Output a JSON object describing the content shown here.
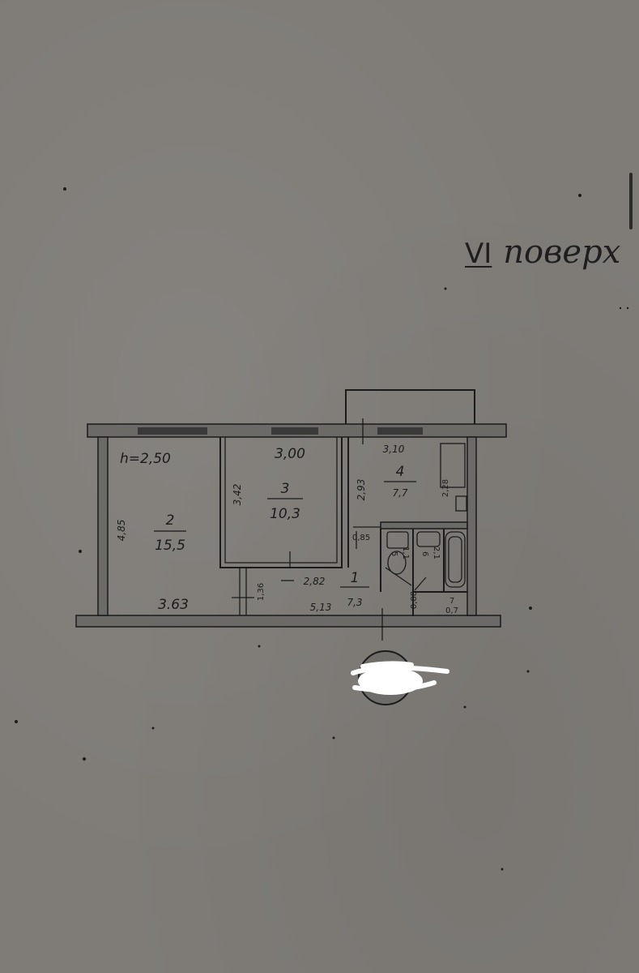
{
  "header": {
    "floor_roman": "VI",
    "floor_word": "поверх"
  },
  "plan": {
    "ceiling_height": "h=2,50",
    "rooms": [
      {
        "number": "1",
        "area": "7,3"
      },
      {
        "number": "2",
        "area": "15,5"
      },
      {
        "number": "3",
        "area": "10,3"
      },
      {
        "number": "4",
        "area": "7,7"
      },
      {
        "number": "5",
        "area": "1,1"
      },
      {
        "number": "6",
        "area": "2,1"
      },
      {
        "number": "7",
        "area": "0,7"
      }
    ],
    "dimensions": {
      "room2_width": "3.63",
      "room2_length": "4,85",
      "room3_width": "3,00",
      "room3_length": "3,42",
      "room4_width": "3,10",
      "room4_length": "2,93",
      "room4_side": "2,28",
      "hall_length": "5,13",
      "hall_width": "2,82",
      "hall_side": "1,36",
      "hall_small": "0,85",
      "bath_small": "0,88"
    }
  },
  "colors": {
    "background": "#7f7c78",
    "ink": "#1b1b1b"
  }
}
